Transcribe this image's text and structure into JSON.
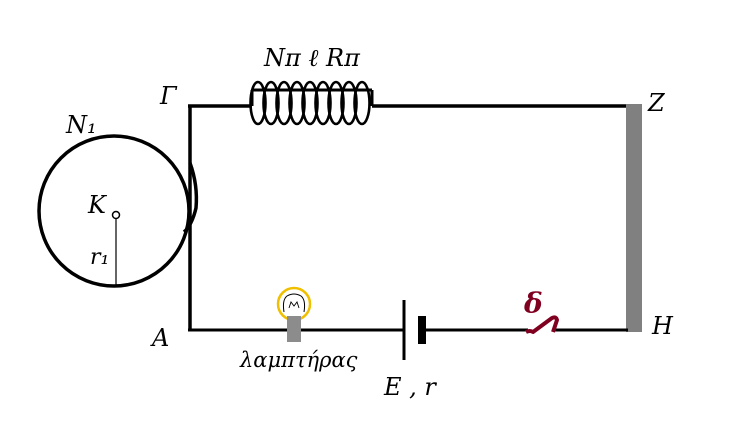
{
  "labels": {
    "coil": "Nπ  ℓ Rπ",
    "gamma": "Γ",
    "zeta": "Z",
    "eta": "H",
    "alpha": "A",
    "n1": "N₁",
    "k": "K",
    "r1": "r₁",
    "lamp": "λαμπτήρας",
    "battery": "E , r",
    "delta": "δ"
  },
  "colors": {
    "wire": "#000000",
    "rod": "#808080",
    "lamp_ring": "#f0c000",
    "lamp_base": "#8c8c8c",
    "switch": "#800020"
  },
  "icons": {
    "lamp": "light-bulb-icon",
    "switch": "open-switch-icon",
    "battery": "battery-cell-icon"
  }
}
